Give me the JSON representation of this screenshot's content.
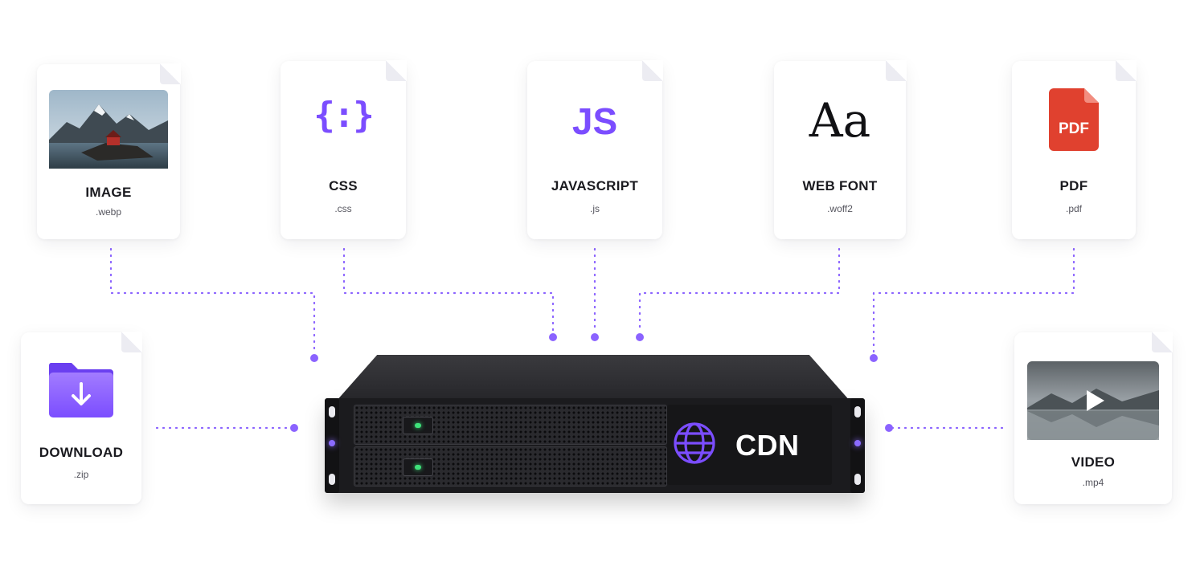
{
  "files": [
    {
      "id": "image",
      "label": "IMAGE",
      "ext": ".webp",
      "icon": "landscape-thumbnail-icon"
    },
    {
      "id": "css",
      "label": "CSS",
      "ext": ".css",
      "icon": "curly-braces-icon",
      "glyph": "{:}"
    },
    {
      "id": "javascript",
      "label": "JAVASCRIPT",
      "ext": ".js",
      "icon": "js-icon",
      "glyph": "JS"
    },
    {
      "id": "webfont",
      "label": "WEB FONT",
      "ext": ".woff2",
      "icon": "font-aa-icon",
      "glyph": "Aa"
    },
    {
      "id": "pdf",
      "label": "PDF",
      "ext": ".pdf",
      "icon": "pdf-document-icon",
      "glyph": "PDF"
    },
    {
      "id": "download",
      "label": "DOWNLOAD",
      "ext": ".zip",
      "icon": "download-folder-icon"
    },
    {
      "id": "video",
      "label": "VIDEO",
      "ext": ".mp4",
      "icon": "video-thumbnail-icon"
    }
  ],
  "server": {
    "label": "CDN",
    "icon": "globe-icon"
  },
  "colors": {
    "accent": "#7b4dff",
    "dots": "#8b63ff",
    "pdf_red": "#e0412f",
    "server_body": "#1b1b1e"
  }
}
